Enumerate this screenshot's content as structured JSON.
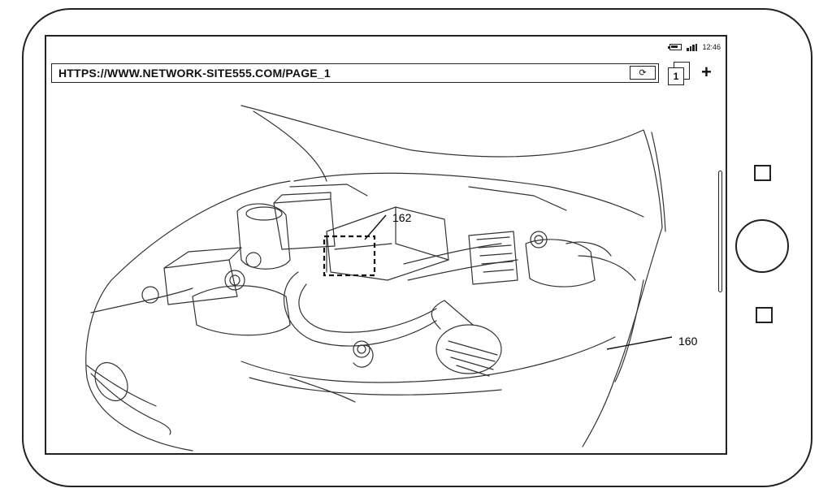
{
  "status_bar": {
    "time": "12:46",
    "battery_icon": "battery-icon",
    "signal_icon": "signal-bars-icon"
  },
  "browser": {
    "url": "HTTPS://WWW.NETWORK-SITE555.COM/PAGE_1",
    "refresh_icon": "refresh-icon",
    "tab_count": "1",
    "new_tab_label": "+"
  },
  "illustration": {
    "subject": "engine-bay",
    "labels": {
      "overlay": "162",
      "device": "160"
    }
  },
  "device_buttons": [
    "recent-apps-button",
    "home-button",
    "back-button"
  ],
  "colors": {
    "line": "#222222",
    "background": "#ffffff"
  }
}
